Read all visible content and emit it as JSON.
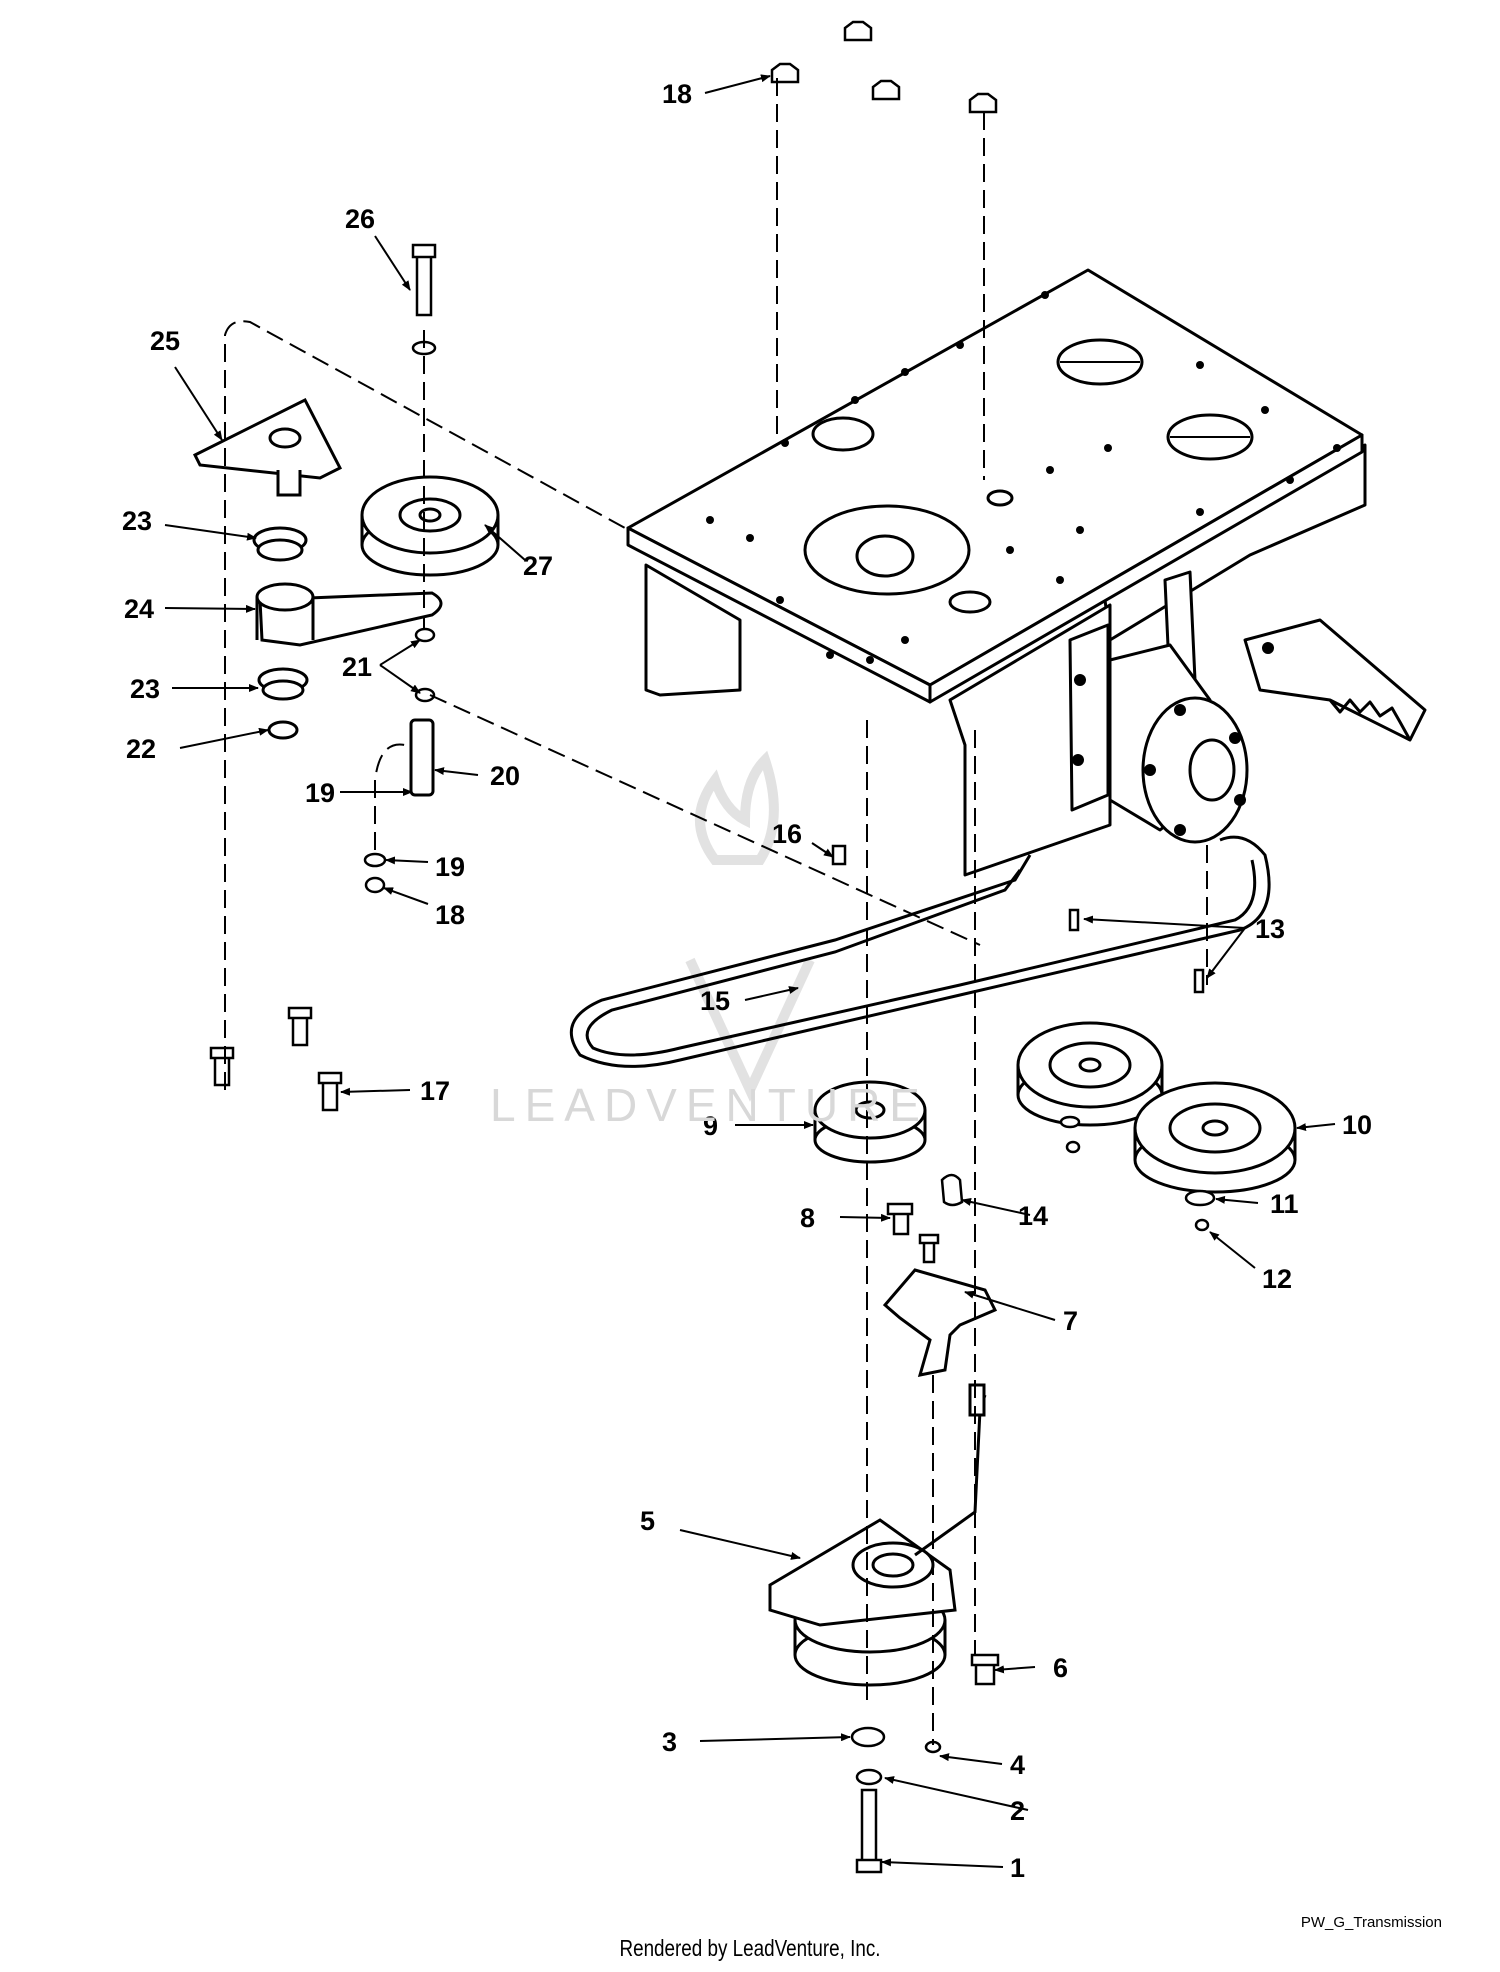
{
  "diagram": {
    "code": "PW_G_Transmission",
    "credit": "Rendered by LeadVenture, Inc.",
    "watermark": "LEADVENTURE"
  },
  "callouts": [
    {
      "key": "c1",
      "label": "1"
    },
    {
      "key": "c2",
      "label": "2"
    },
    {
      "key": "c3",
      "label": "3"
    },
    {
      "key": "c4",
      "label": "4"
    },
    {
      "key": "c5",
      "label": "5"
    },
    {
      "key": "c6",
      "label": "6"
    },
    {
      "key": "c7",
      "label": "7"
    },
    {
      "key": "c8",
      "label": "8"
    },
    {
      "key": "c9",
      "label": "9"
    },
    {
      "key": "c10",
      "label": "10"
    },
    {
      "key": "c11",
      "label": "11"
    },
    {
      "key": "c12",
      "label": "12"
    },
    {
      "key": "c13",
      "label": "13"
    },
    {
      "key": "c14",
      "label": "14"
    },
    {
      "key": "c15",
      "label": "15"
    },
    {
      "key": "c16",
      "label": "16"
    },
    {
      "key": "c17",
      "label": "17"
    },
    {
      "key": "c18a",
      "label": "18"
    },
    {
      "key": "c18b",
      "label": "18"
    },
    {
      "key": "c19a",
      "label": "19"
    },
    {
      "key": "c19b",
      "label": "19"
    },
    {
      "key": "c20",
      "label": "20"
    },
    {
      "key": "c21",
      "label": "21"
    },
    {
      "key": "c22",
      "label": "22"
    },
    {
      "key": "c23a",
      "label": "23"
    },
    {
      "key": "c23b",
      "label": "23"
    },
    {
      "key": "c24",
      "label": "24"
    },
    {
      "key": "c25",
      "label": "25"
    },
    {
      "key": "c26",
      "label": "26"
    },
    {
      "key": "c27",
      "label": "27"
    }
  ]
}
